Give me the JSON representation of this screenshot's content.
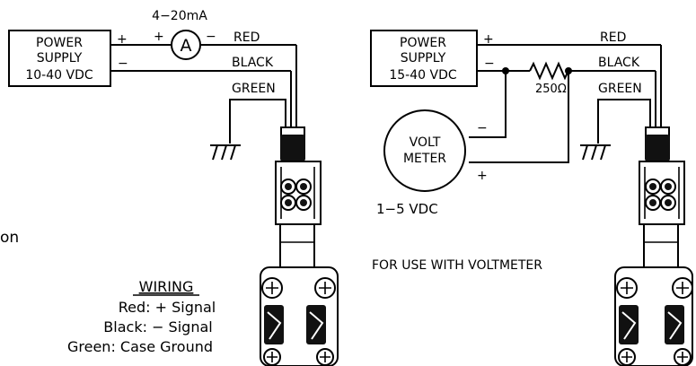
{
  "left_circuit": {
    "power_supply": {
      "line1": "POWER",
      "line2": "SUPPLY",
      "line3": "10-40  VDC"
    },
    "plus_sign": "+",
    "minus_sign": "−",
    "meter_plus": "+",
    "meter_minus": "−",
    "ammeter_symbol": "A",
    "current_range": "4−20mA",
    "wire_red": "RED",
    "wire_black": "BLACK",
    "wire_green": "GREEN"
  },
  "right_circuit": {
    "power_supply": {
      "line1": "POWER",
      "line2": "SUPPLY",
      "line3": "15-40  VDC"
    },
    "plus_sign": "+",
    "minus_sign": "−",
    "resistor_value": "250Ω",
    "voltmeter": {
      "line1": "VOLT",
      "line2": "METER"
    },
    "vm_minus": "−",
    "vm_plus": "+",
    "voltage_range": "1−5  VDC",
    "caption": "FOR USE WITH VOLTMETER",
    "wire_red": "RED",
    "wire_black": "BLACK",
    "wire_green": "GREEN"
  },
  "partial_edge_text": "on",
  "wiring_legend": {
    "title": "WIRING",
    "lines": [
      "Red:  +  Signal",
      "Black:  −  Signal",
      "Green:  Case  Ground"
    ]
  }
}
